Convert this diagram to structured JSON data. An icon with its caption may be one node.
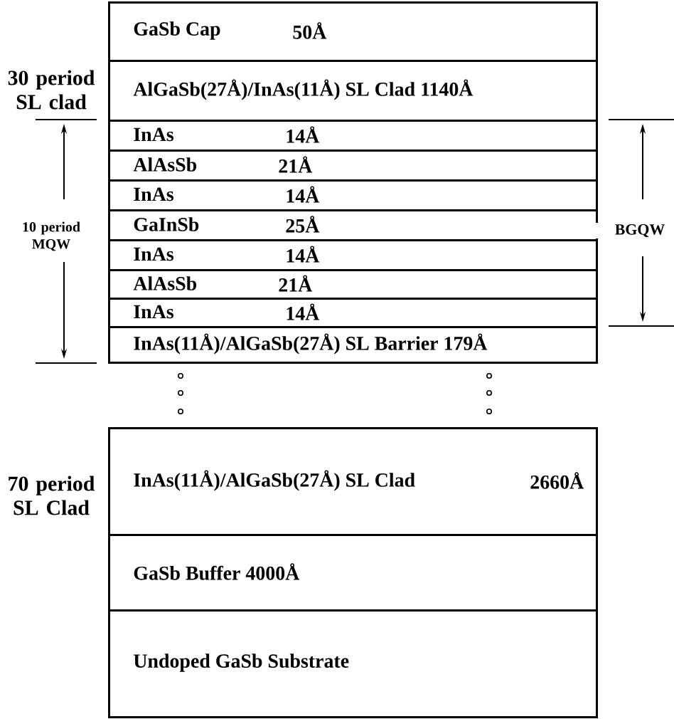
{
  "diagram": {
    "nodes": [
      {
        "text": [
          "GaSb Cap",
          "50Å"
        ]
      },
      {
        "text": [
          "AlGaSb(27Å)/InAs(11Å)  SL Clad  1140Å"
        ]
      },
      {
        "text": [
          "InAs",
          "14Å"
        ]
      },
      {
        "text": [
          "AlAsSb",
          "21Å"
        ]
      },
      {
        "text": [
          "InAs",
          "14Å"
        ]
      },
      {
        "text": [
          "GaInSb",
          "25Å"
        ]
      },
      {
        "text": [
          "InAs",
          "14Å"
        ]
      },
      {
        "text": [
          "AlAsSb",
          "21Å"
        ]
      },
      {
        "text": [
          "InAs",
          "14Å"
        ]
      },
      {
        "text": [
          "InAs(11Å)/AlGaSb(27Å)  SL Barrier  179Å"
        ]
      },
      {
        "text": [
          "InAs(11Å)/AlGaSb(27Å)  SL Clad",
          "2660Å"
        ]
      },
      {
        "text": [
          "GaSb Buffer  4000Å"
        ]
      },
      {
        "text": [
          "Undoped GaSb Substrate"
        ]
      }
    ],
    "labels": [
      "30 period SL clad",
      "10 period MQW",
      "BGQW",
      "70 period SL Clad"
    ]
  }
}
